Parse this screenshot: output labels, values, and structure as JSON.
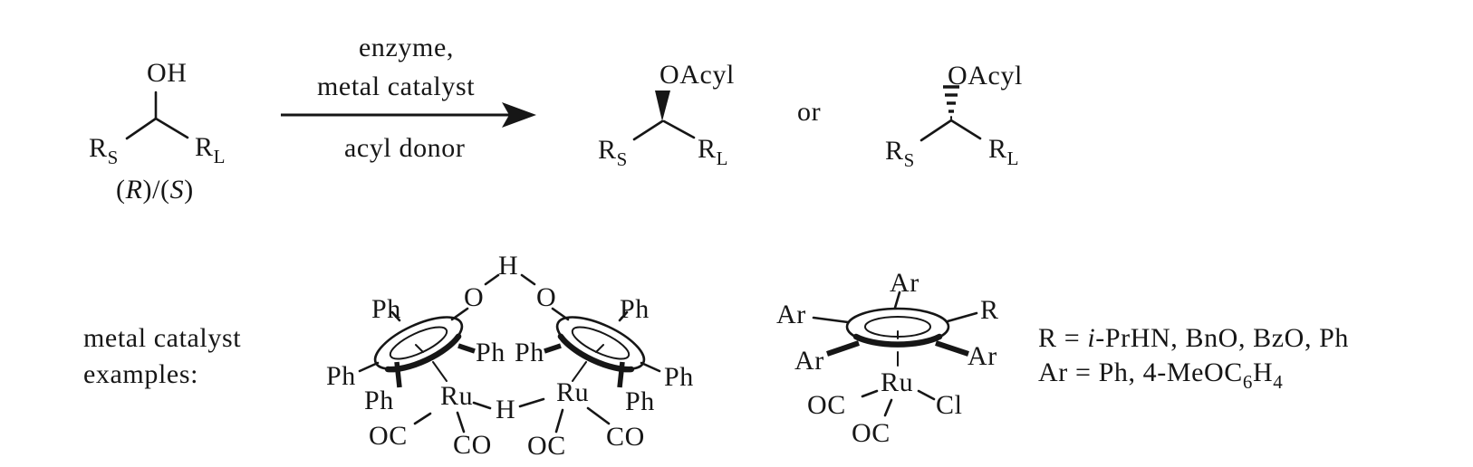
{
  "colors": {
    "ink": "#161616",
    "background": "#ffffff"
  },
  "scheme": {
    "labels": {
      "oh": "OH",
      "oacyl": "OAcyl",
      "r_base": "R",
      "sub_small": "S",
      "sub_large": "L"
    },
    "stereo": {
      "open": "(",
      "r": "R",
      "mid": ")/(",
      "s": "S",
      "close": ")"
    },
    "conditions": {
      "above1": "enzyme,",
      "above2": "metal catalyst",
      "below": "acyl donor"
    },
    "or_label": "or"
  },
  "catalysts": {
    "caption": {
      "line1": "metal catalyst",
      "line2": "examples:"
    },
    "labels": {
      "ph": "Ph",
      "o": "O",
      "h": "H",
      "ru": "Ru",
      "oc": "OC",
      "co": "CO",
      "ar": "Ar",
      "r": "R",
      "cl": "Cl"
    },
    "legend": {
      "r_prefix": "R = ",
      "r_italic": "i",
      "r_rest": "-PrHN, BnO, BzO, Ph",
      "ar_prefix": "Ar = Ph, 4-MeOC",
      "ar_sub6": "6",
      "ar_h": "H",
      "ar_sub4": "4"
    }
  }
}
